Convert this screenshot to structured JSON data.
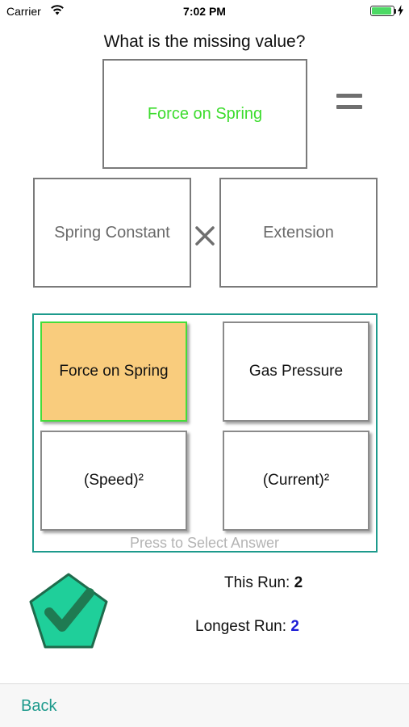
{
  "status_bar": {
    "carrier": "Carrier",
    "time": "7:02 PM",
    "wifi_icon": "wifi-icon",
    "battery_icon": "battery-icon",
    "charging_icon": "charging-bolt-icon"
  },
  "question": "What is the missing value?",
  "equation": {
    "result": "Force on Spring",
    "equals_icon": "equals-icon",
    "left_operand": "Spring Constant",
    "operator_icon": "times-icon",
    "right_operand": "Extension"
  },
  "answers": {
    "options": [
      {
        "label": "Force on Spring",
        "selected": true
      },
      {
        "label": "Gas Pressure",
        "selected": false
      },
      {
        "label": "(Speed)²",
        "selected": false
      },
      {
        "label": "(Current)²",
        "selected": false
      }
    ],
    "hint": "Press to Select Answer"
  },
  "feedback": {
    "icon": "checkmark-pentagon-icon"
  },
  "stats": {
    "this_run_label": "This Run:",
    "this_run_value": "2",
    "longest_run_label": "Longest Run:",
    "longest_run_value": "2"
  },
  "nav": {
    "back_label": "Back"
  },
  "colors": {
    "accent": "#1d9a8c",
    "result_text": "#3ddc2e",
    "selected_fill": "#f9cc7d",
    "selected_border": "#44dd3a",
    "badge_fill": "#1fcf9a",
    "badge_check": "#1f7a52",
    "longest_run_value": "#1c1cd6"
  }
}
